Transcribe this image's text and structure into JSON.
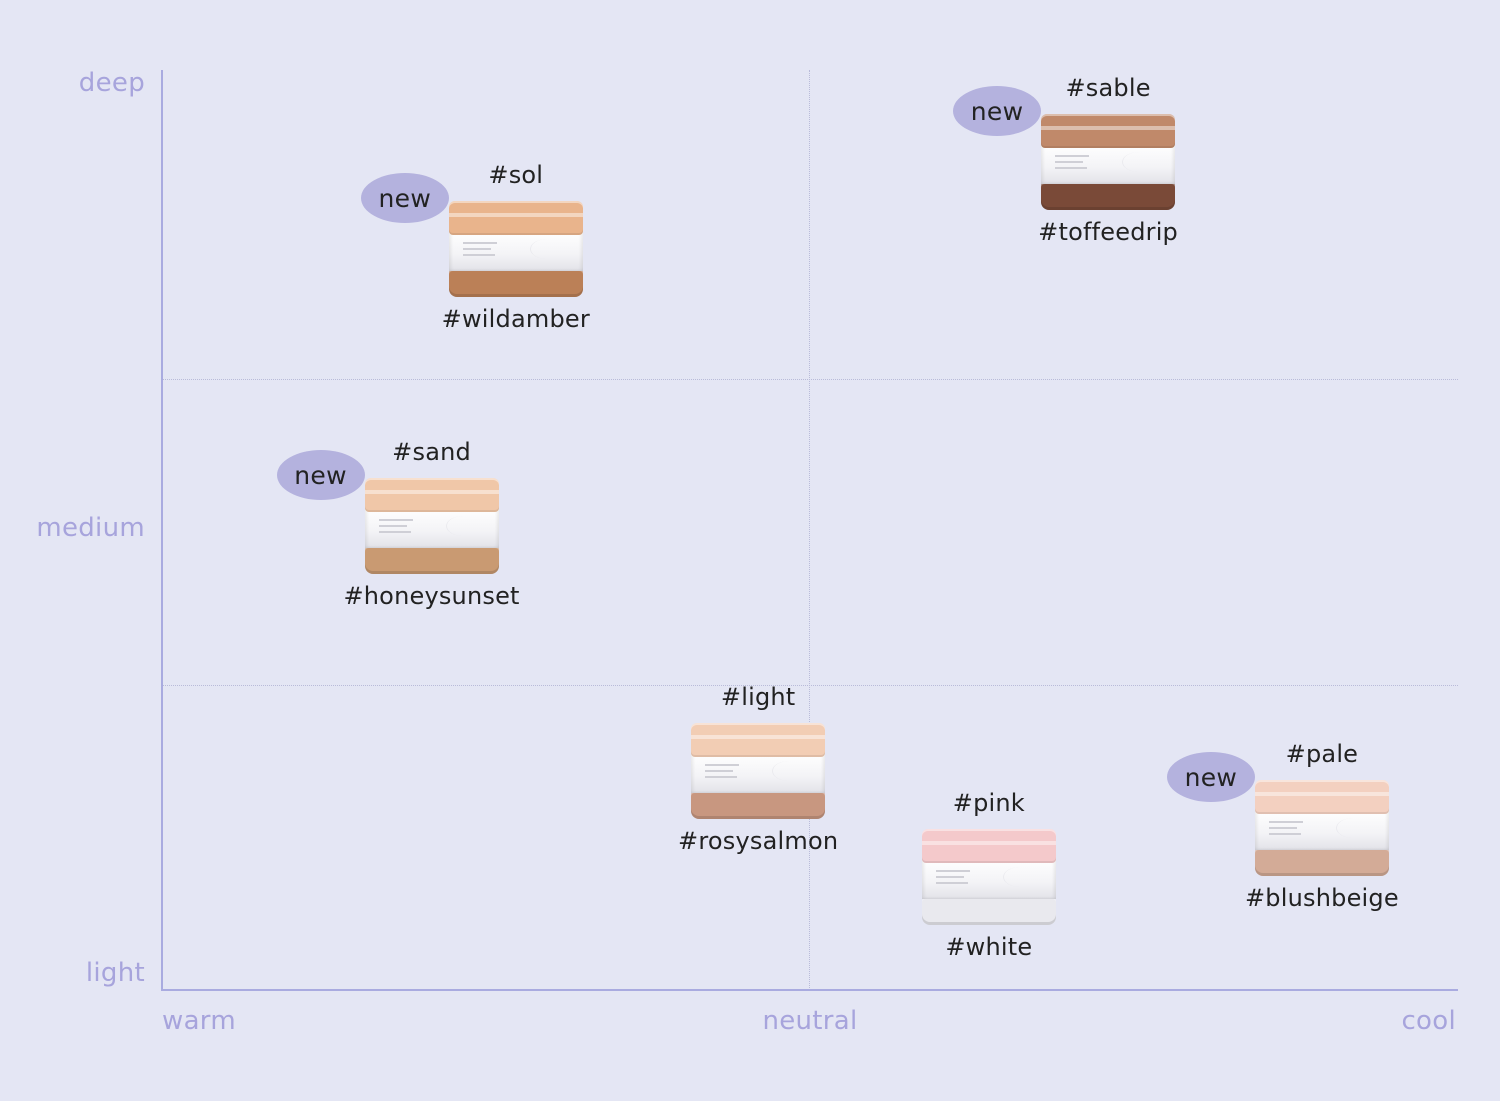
{
  "chart_data": {
    "type": "scatter",
    "title": "",
    "xlabel": "",
    "ylabel": "",
    "x_ticks": [
      "warm",
      "neutral",
      "cool"
    ],
    "y_ticks": [
      "light",
      "medium",
      "deep"
    ],
    "xlim": [
      0,
      1
    ],
    "ylim": [
      0,
      1
    ],
    "grid": true,
    "badge_text": "new",
    "points": [
      {
        "top_label": "#sol",
        "bottom_label": "#wildamber",
        "x": 0.273,
        "y": 0.805,
        "new": true,
        "top_color": "#e9b48c",
        "base_color": "#bb8057"
      },
      {
        "top_label": "#sable",
        "bottom_label": "#toffeedrip",
        "x": 0.73,
        "y": 0.9,
        "new": true,
        "top_color": "#c0896a",
        "base_color": "#7a4a38"
      },
      {
        "top_label": "#sand",
        "bottom_label": "#honeysunset",
        "x": 0.208,
        "y": 0.504,
        "new": true,
        "top_color": "#f0c7a8",
        "base_color": "#c99a72"
      },
      {
        "top_label": "#light",
        "bottom_label": "#rosysalmon",
        "x": 0.46,
        "y": 0.238,
        "new": false,
        "top_color": "#f2cdb4",
        "base_color": "#c89780"
      },
      {
        "top_label": "#pink",
        "bottom_label": "#white",
        "x": 0.638,
        "y": 0.123,
        "new": false,
        "top_color": "#f4c9cb",
        "base_color": "#e9e9ee"
      },
      {
        "top_label": "#pale",
        "bottom_label": "#blushbeige",
        "x": 0.895,
        "y": 0.176,
        "new": true,
        "top_color": "#f3d0c0",
        "base_color": "#d3ab97"
      }
    ]
  }
}
